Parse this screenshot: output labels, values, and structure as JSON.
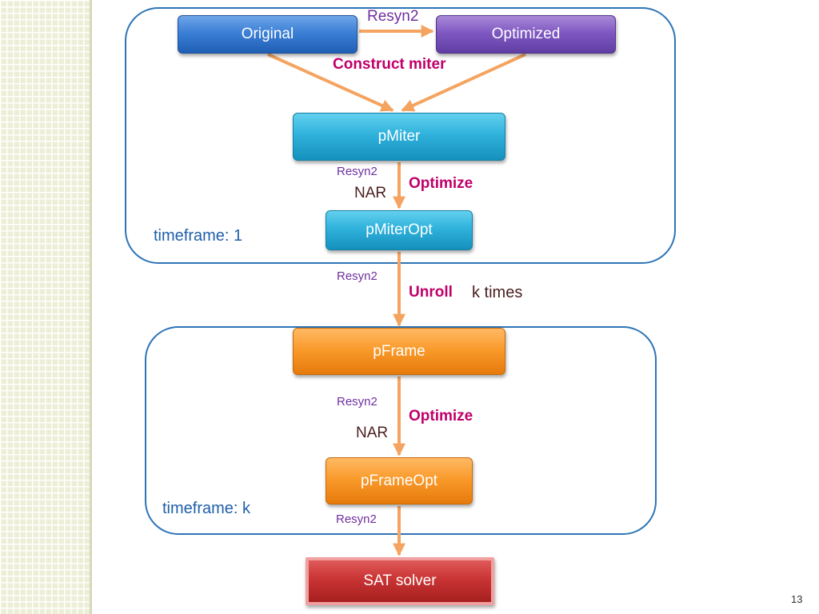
{
  "nodes": {
    "original": "Original",
    "optimized": "Optimized",
    "pmiter": "pMiter",
    "pmiteropt": "pMiterOpt",
    "pframe": "pFrame",
    "pframeopt": "pFrameOpt",
    "sat_solver": "SAT solver"
  },
  "labels": {
    "resyn2_top": "Resyn2",
    "construct_miter": "Construct miter",
    "resyn2_a": "Resyn2",
    "optimize_1": "Optimize",
    "nar_1": "NAR",
    "timeframe_1": "timeframe:  1",
    "resyn2_b": "Resyn2",
    "unroll": "Unroll",
    "k_times": "k times",
    "resyn2_c": "Resyn2",
    "optimize_2": "Optimize",
    "nar_2": "NAR",
    "timeframe_k": "timeframe:  k",
    "resyn2_d": "Resyn2"
  },
  "page_number": "13",
  "colors": {
    "arrow": "#f4a460",
    "group_border": "#2e75b6",
    "emphasis": "#c0006a",
    "resyn": "#7030a0"
  }
}
